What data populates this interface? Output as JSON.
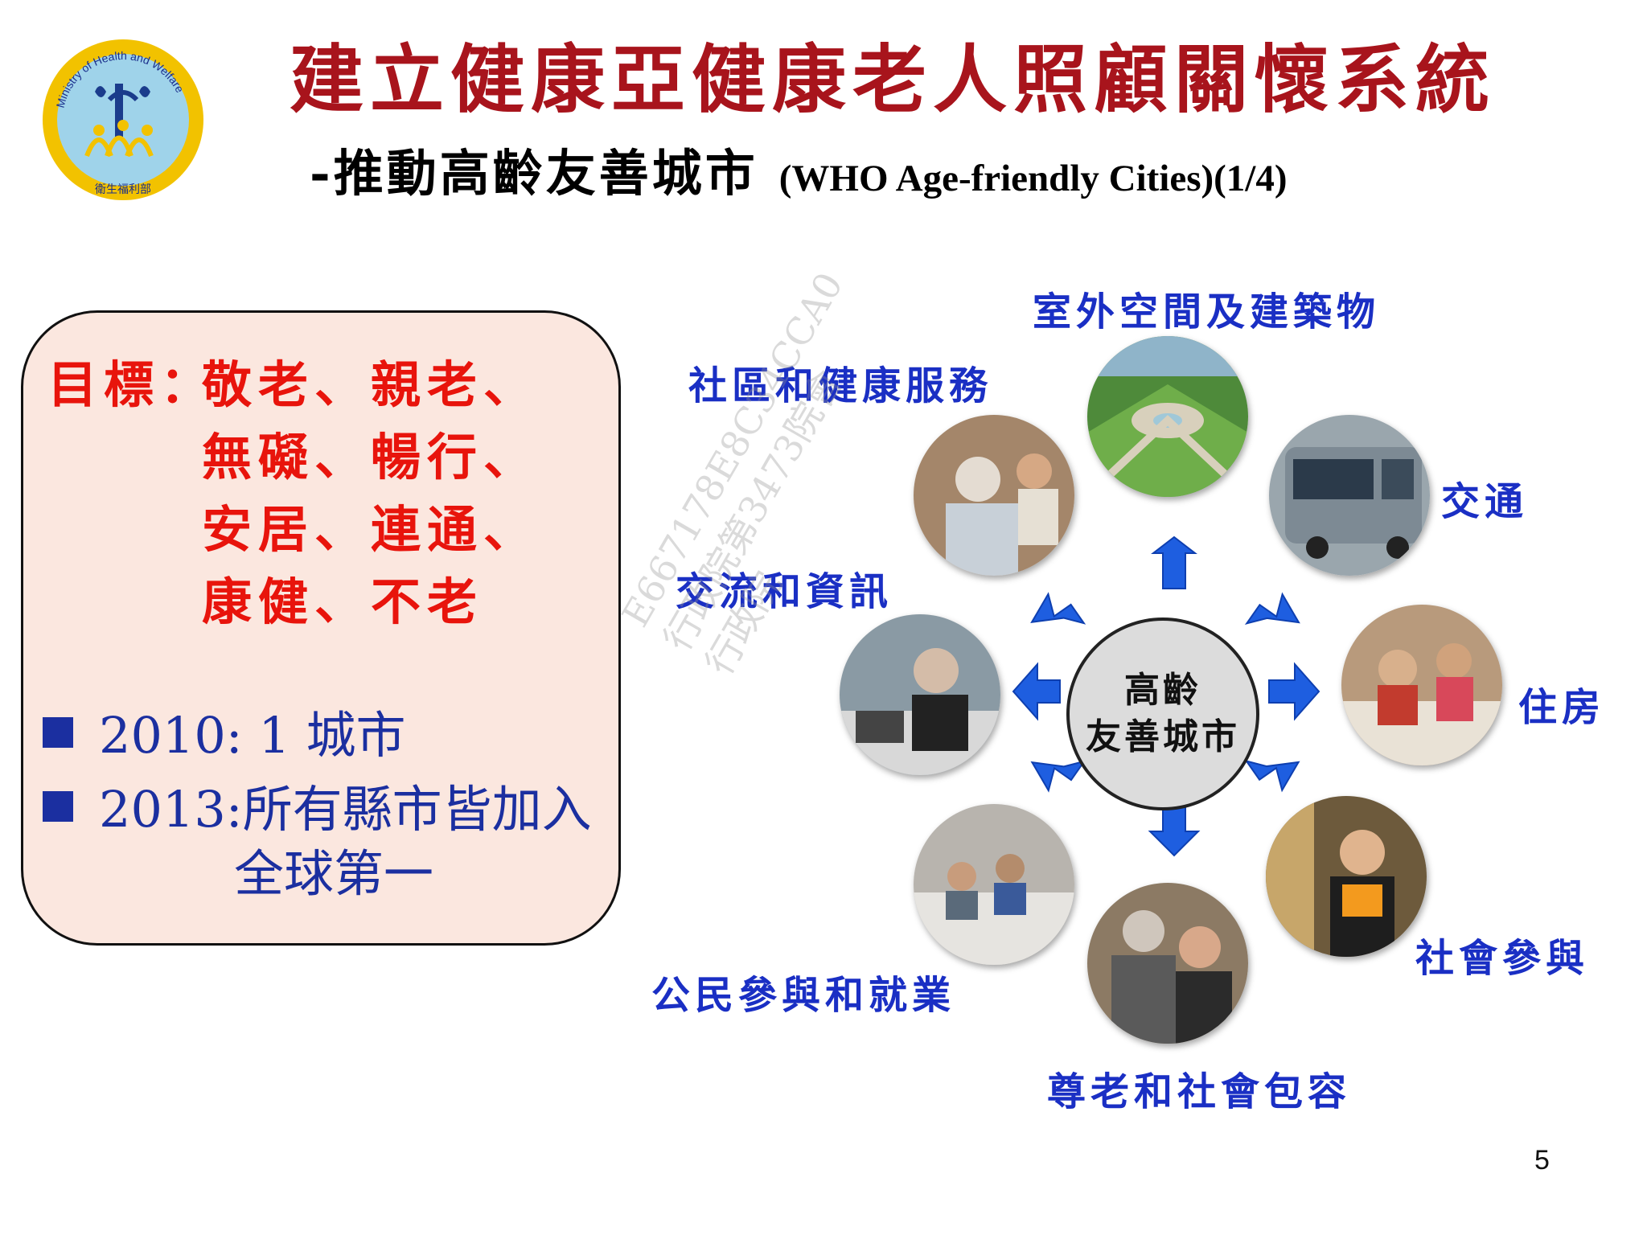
{
  "title": "建立健康亞健康老人照顧關懷系統",
  "subtitle": {
    "zh": "-推動高齡友善城市",
    "en": "(WHO Age-friendly Cities)(1/4)"
  },
  "logo": {
    "ring_text": "Ministry of Health and Welfare",
    "bottom_text": "衛生福利部",
    "icon": "ministry-logo"
  },
  "goal": {
    "label": "目標：",
    "lines": [
      "敬老、親老、",
      "無礙、暢行、",
      "安居、連通、",
      "康健、不老"
    ]
  },
  "bullets": [
    {
      "text": "2010: 1 城市"
    },
    {
      "text": "2013:所有縣市皆加入",
      "continuation": "全球第一"
    }
  ],
  "diagram": {
    "center": [
      "高齡",
      "友善城市"
    ],
    "domains": {
      "outdoor": "室外空間及建築物",
      "transport": "交通",
      "housing": "住房",
      "social_participation": "社會參與",
      "respect": "尊老和社會包容",
      "civic": "公民參與和就業",
      "communication": "交流和資訊",
      "community_health": "社區和健康服務"
    }
  },
  "watermark": [
    "E667178E8C34CCA0",
    "行政院第3473院會",
    "行政院"
  ],
  "page_number": "5",
  "colors": {
    "title_red": "#a8141c",
    "goal_red": "#e8140c",
    "blue_text": "#1a2fc4",
    "arrow_blue": "#1e5ee0",
    "box_fill": "#fbe7df"
  }
}
